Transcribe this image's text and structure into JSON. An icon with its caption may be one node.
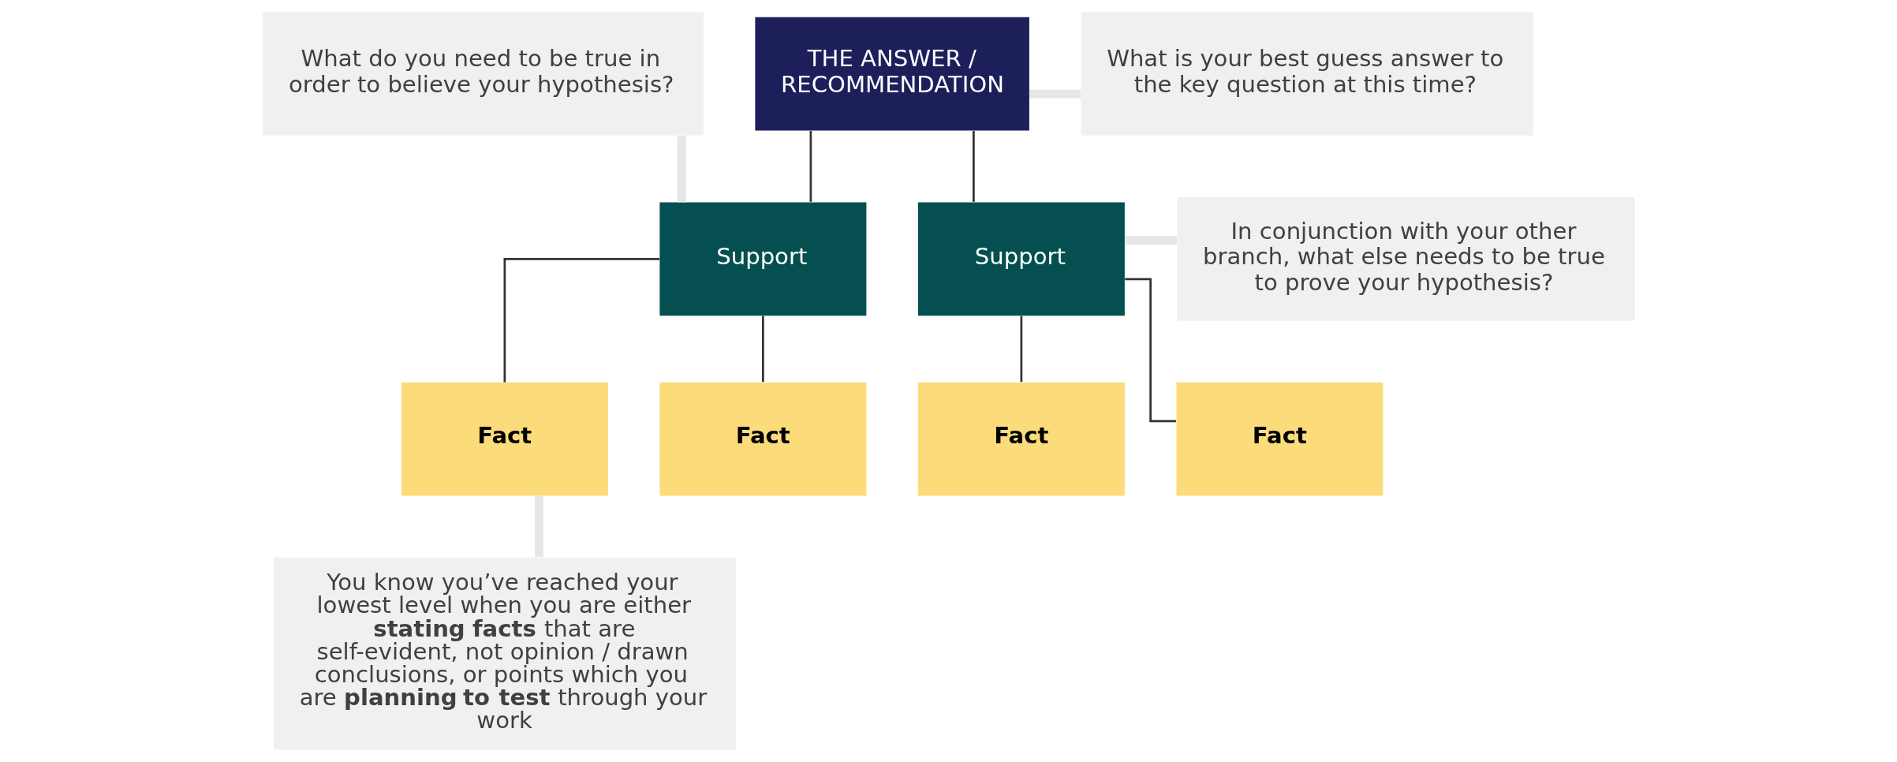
{
  "diagram": {
    "nodes": [
      {
        "text": [
          "THE ANSWER / RECOMMENDATION"
        ]
      },
      {
        "text": [
          "Support"
        ]
      },
      {
        "text": [
          "Support"
        ]
      },
      {
        "text": [
          "Fact"
        ]
      },
      {
        "text": [
          "Fact"
        ]
      },
      {
        "text": [
          "Fact"
        ]
      },
      {
        "text": [
          "Fact"
        ]
      },
      {
        "text": [
          "What do you need to be true in order to believe your hypothesis?"
        ]
      },
      {
        "text": [
          "What is your best guess answer to the key question at this time?"
        ]
      },
      {
        "text": [
          "In conjunction with your other branch, what else needs to be true to prove your hypothesis?"
        ]
      },
      {
        "text": [
          "You know you’ve reached your lowest level when you are either **stating facts** that are self-evident, not opinion / drawn conclusions, or points which you are **planning to test** through your work"
        ]
      }
    ],
    "edges": [
      {
        "from": 0,
        "to": 1,
        "arrow": "none"
      },
      {
        "from": 0,
        "to": 2,
        "arrow": "none"
      },
      {
        "from": 1,
        "to": 3,
        "arrow": "none"
      },
      {
        "from": 1,
        "to": 4,
        "arrow": "none"
      },
      {
        "from": 2,
        "to": 5,
        "arrow": "none"
      },
      {
        "from": 2,
        "to": 6,
        "arrow": "none"
      },
      {
        "from": 7,
        "to": 1,
        "arrow": "none",
        "style": "thick",
        "color": "#e6e6e6"
      },
      {
        "from": 8,
        "to": 0,
        "arrow": "none",
        "style": "thick",
        "color": "#e6e6e6"
      },
      {
        "from": 9,
        "to": 2,
        "arrow": "none",
        "style": "thick",
        "color": "#e6e6e6"
      },
      {
        "from": 10,
        "to": 3,
        "arrow": "none",
        "style": "thick",
        "color": "#e6e6e6"
      }
    ]
  }
}
